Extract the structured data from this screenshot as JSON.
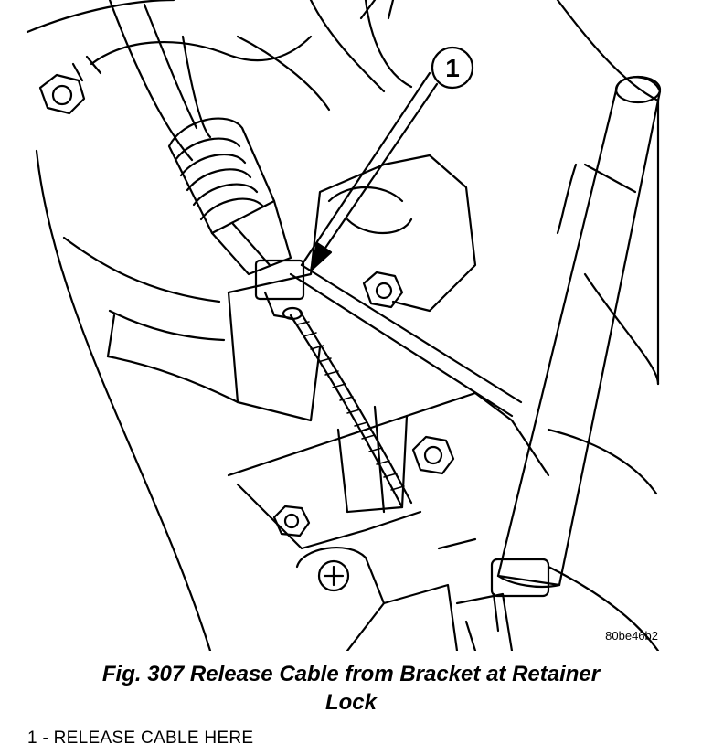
{
  "callout": {
    "number": "1"
  },
  "art_id": "80be46b2",
  "caption": {
    "line1": "Fig. 307 Release Cable from Bracket at Retainer",
    "line2": "Lock"
  },
  "legend": {
    "item1": "1 - RELEASE CABLE HERE"
  }
}
